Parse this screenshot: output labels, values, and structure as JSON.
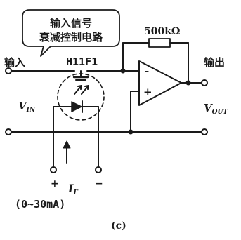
{
  "callout": {
    "line1": "输入信号",
    "line2": "衰减控制电路"
  },
  "resistor_label": "500kΩ",
  "part_label": "H11F1",
  "input_label": "输入",
  "output_label": "输出",
  "vin": {
    "main": "V",
    "sub": "IN"
  },
  "vout": {
    "main": "V",
    "sub": "OUT"
  },
  "opamp": {
    "minus": "-",
    "plus": "+"
  },
  "current": {
    "plus": "+",
    "minus": "−",
    "main": "I",
    "sub": "F",
    "range": "(0~30mA)"
  },
  "caption": "(c)",
  "colors": {
    "ink": "#1a1a1a",
    "background": "#ffffff"
  }
}
